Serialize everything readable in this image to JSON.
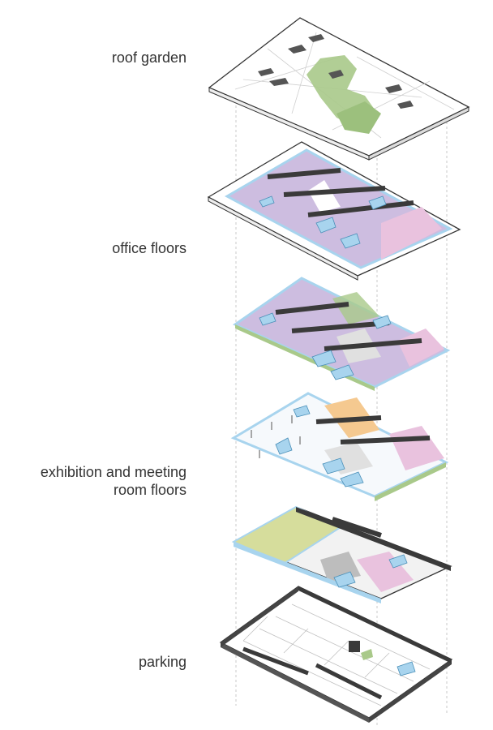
{
  "labels": {
    "roof": "roof garden",
    "office": "office floors",
    "exhibition_line1": "exhibition and meeting",
    "exhibition_line2": "room floors",
    "parking": "parking"
  },
  "colors": {
    "purple": "#cdbde0",
    "pink": "#e9c2de",
    "blue": "#a8d4ee",
    "green": "#a9c98a",
    "olive": "#d6dd9c",
    "orange": "#f5c990",
    "dark": "#3a3a3a",
    "gray": "#bdbdbd"
  }
}
